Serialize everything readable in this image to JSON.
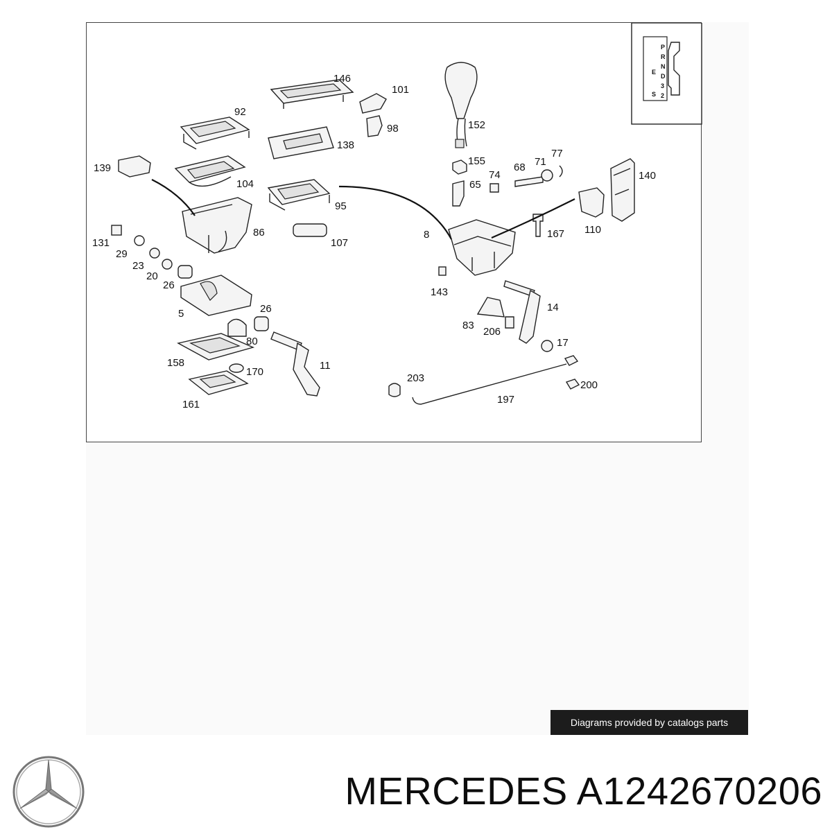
{
  "diagram": {
    "labels": [
      {
        "id": "146",
        "text": "146"
      },
      {
        "id": "101",
        "text": "101"
      },
      {
        "id": "92",
        "text": "92"
      },
      {
        "id": "98",
        "text": "98"
      },
      {
        "id": "138",
        "text": "138"
      },
      {
        "id": "139",
        "text": "139"
      },
      {
        "id": "104",
        "text": "104"
      },
      {
        "id": "95",
        "text": "95"
      },
      {
        "id": "86",
        "text": "86"
      },
      {
        "id": "107",
        "text": "107"
      },
      {
        "id": "131",
        "text": "131"
      },
      {
        "id": "29",
        "text": "29"
      },
      {
        "id": "23",
        "text": "23"
      },
      {
        "id": "20",
        "text": "20"
      },
      {
        "id": "26a",
        "text": "26"
      },
      {
        "id": "5",
        "text": "5"
      },
      {
        "id": "26b",
        "text": "26"
      },
      {
        "id": "80",
        "text": "80"
      },
      {
        "id": "158",
        "text": "158"
      },
      {
        "id": "170",
        "text": "170"
      },
      {
        "id": "11",
        "text": "11"
      },
      {
        "id": "161",
        "text": "161"
      },
      {
        "id": "152",
        "text": "152"
      },
      {
        "id": "155",
        "text": "155"
      },
      {
        "id": "74",
        "text": "74"
      },
      {
        "id": "68",
        "text": "68"
      },
      {
        "id": "71",
        "text": "71"
      },
      {
        "id": "77",
        "text": "77"
      },
      {
        "id": "140",
        "text": "140"
      },
      {
        "id": "65",
        "text": "65"
      },
      {
        "id": "8",
        "text": "8"
      },
      {
        "id": "167",
        "text": "167"
      },
      {
        "id": "110",
        "text": "110"
      },
      {
        "id": "143",
        "text": "143"
      },
      {
        "id": "14",
        "text": "14"
      },
      {
        "id": "83",
        "text": "83"
      },
      {
        "id": "206",
        "text": "206"
      },
      {
        "id": "17",
        "text": "17"
      },
      {
        "id": "203",
        "text": "203"
      },
      {
        "id": "200",
        "text": "200"
      },
      {
        "id": "197",
        "text": "197"
      }
    ],
    "gate_letters": [
      "P",
      "R",
      "N",
      "D",
      "3",
      "2"
    ],
    "gate_side_letters": [
      "E",
      "S"
    ]
  },
  "footer": {
    "credit": "Diagrams provided by catalogs parts",
    "title": "MERCEDES A1242670206"
  }
}
